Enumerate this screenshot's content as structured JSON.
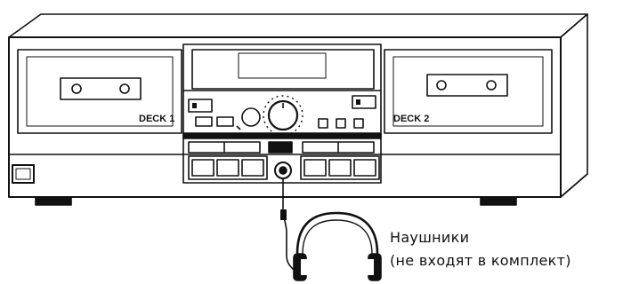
{
  "deck1": {
    "label": "DECK 1"
  },
  "deck2": {
    "label": "DECK 2"
  },
  "headphones": {
    "title": "Наушники",
    "note": "(не входят в комплект)"
  },
  "colors": {
    "line": "#111111",
    "paper": "#ffffff",
    "shade": "#cfcfcf"
  }
}
